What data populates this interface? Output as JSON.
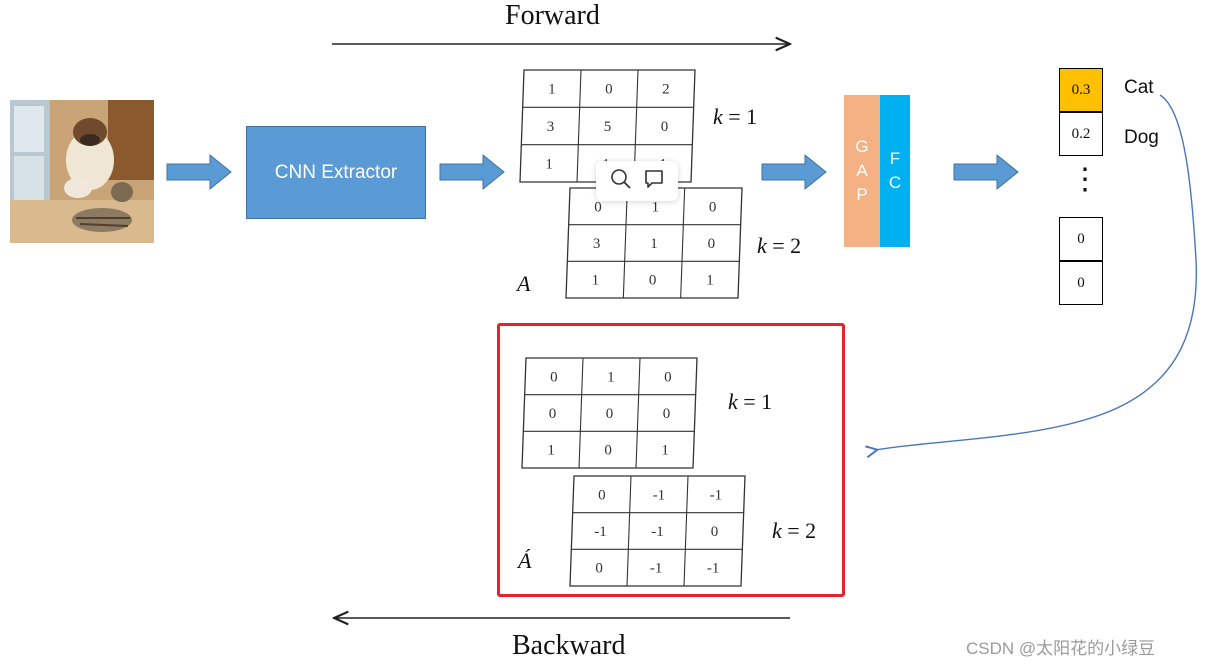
{
  "forward_label": "Forward",
  "backward_label": "Backward",
  "cnn_label": "CNN Extractor",
  "gap_letters": [
    "G",
    "A",
    "P"
  ],
  "fc_letters": [
    "F",
    "C"
  ],
  "forward_maps": {
    "k1": [
      [
        "1",
        "0",
        "2"
      ],
      [
        "3",
        "5",
        "0"
      ],
      [
        "1",
        "1",
        "1"
      ]
    ],
    "k2": [
      [
        "0",
        "1",
        "0"
      ],
      [
        "3",
        "1",
        "0"
      ],
      [
        "1",
        "0",
        "1"
      ]
    ],
    "k1_label": {
      "var": "k",
      "eq": "= 1"
    },
    "k2_label": {
      "var": "k",
      "eq": "= 2"
    },
    "set_label": "A"
  },
  "backward_maps": {
    "k1": [
      [
        "0",
        "1",
        "0"
      ],
      [
        "0",
        "0",
        "0"
      ],
      [
        "1",
        "0",
        "1"
      ]
    ],
    "k2": [
      [
        "0",
        "-1",
        "-1"
      ],
      [
        "-1",
        "-1",
        "0"
      ],
      [
        "0",
        "-1",
        "-1"
      ]
    ],
    "k1_label": {
      "var": "k",
      "eq": "= 1"
    },
    "k2_label": {
      "var": "k",
      "eq": "= 2"
    },
    "set_label": "Á"
  },
  "output": {
    "values": [
      "0.3",
      "0.2",
      "0",
      "0"
    ],
    "ellipsis": "⋮",
    "classes": [
      "Cat",
      "Dog"
    ],
    "highlight_color": "#ffc000"
  },
  "colors": {
    "cnn": "#5b9bd5",
    "arrow": "#5b9bd5",
    "gap": "#f4b183",
    "fc": "#00b0f0",
    "highlight_box": "#e3242b"
  },
  "icons": [
    "search-icon",
    "comment-icon"
  ],
  "watermark": "CSDN @太阳花的小绿豆"
}
